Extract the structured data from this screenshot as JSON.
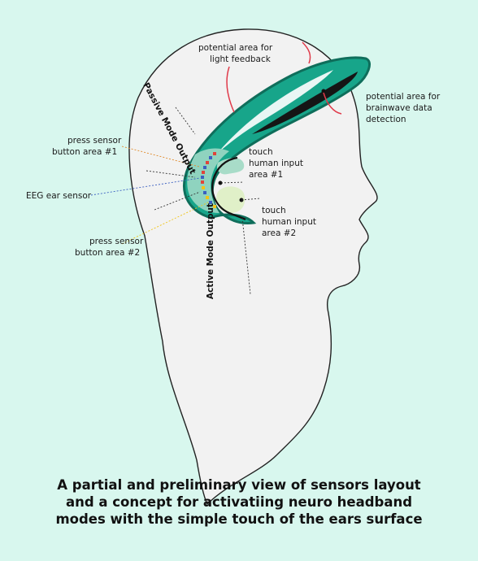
{
  "labels": {
    "light_feedback": [
      "potential area for",
      "light feedback"
    ],
    "brainwave": [
      "potential area for",
      "brainwave data",
      "detection"
    ],
    "press1": [
      "press sensor",
      "button area #1"
    ],
    "eeg": "EEG ear sensor",
    "press2": [
      "press sensor",
      "button area #2"
    ],
    "touch1": [
      "touch",
      "human input",
      "area #1"
    ],
    "touch2": [
      "touch",
      "human input",
      "area #2"
    ],
    "passive": "Passive Mode Output",
    "active": "Active Mode Output"
  },
  "caption": [
    "A partial and preliminary view of sensors layout",
    "and a concept for activatiing  neuro headband",
    "modes with the simple touch of the ears surface"
  ],
  "colors": {
    "background": "#d8f7ee",
    "head_fill": "#f2f2f2",
    "band": "#17a58a",
    "band_dark": "#0f6e5b",
    "ear_pad": "#8fd3bf",
    "touch_area_2": "#e0f0c8",
    "sensor_red": "#e0443a",
    "sensor_blue": "#3b5fc0",
    "sensor_yellow": "#f0c419",
    "accent_red": "#e03a4a"
  }
}
